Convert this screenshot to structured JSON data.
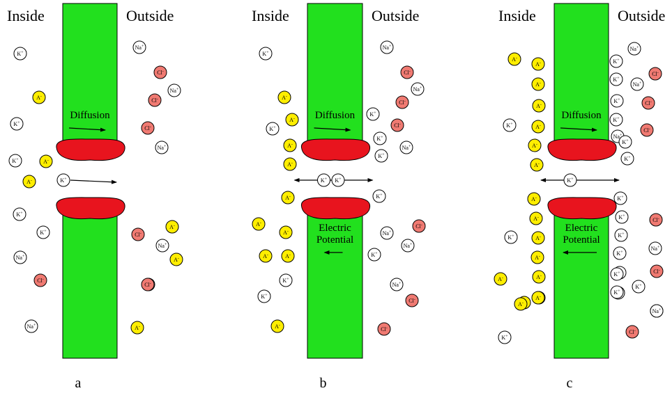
{
  "colors": {
    "membrane": "#22e01e",
    "channel": "#e8141e",
    "anion": "#ffee00",
    "chloride": "#f07a72",
    "cation": "#ffffff"
  },
  "panels": [
    {
      "id": "a",
      "label": "a",
      "inside": "Inside",
      "outside": "Outside",
      "diffusion": "Diffusion",
      "electric": "",
      "ions": [
        {
          "t": "K",
          "s": "+",
          "type": "cation"
        },
        {
          "t": "Na",
          "s": "+",
          "type": "cation"
        },
        {
          "t": "Cl",
          "s": "-",
          "type": "chloride"
        },
        {
          "t": "Na",
          "s": "+",
          "type": "cation"
        },
        {
          "t": "A",
          "s": "-",
          "type": "anion"
        },
        {
          "t": "Cl",
          "s": "-",
          "type": "chloride"
        },
        {
          "t": "K",
          "s": "+",
          "type": "cation"
        },
        {
          "t": "Cl",
          "s": "-",
          "type": "chloride"
        },
        {
          "t": "Na",
          "s": "+",
          "type": "cation"
        },
        {
          "t": "K",
          "s": "+",
          "type": "cation"
        },
        {
          "t": "A",
          "s": "-",
          "type": "anion"
        },
        {
          "t": "A",
          "s": "-",
          "type": "anion"
        },
        {
          "t": "K",
          "s": "+",
          "type": "cation"
        },
        {
          "t": "K",
          "s": "+",
          "type": "cation"
        },
        {
          "t": "A",
          "s": "-",
          "type": "anion"
        },
        {
          "t": "Cl",
          "s": "-",
          "type": "chloride"
        },
        {
          "t": "Na",
          "s": "+",
          "type": "cation"
        },
        {
          "t": "Na",
          "s": "+",
          "type": "cation"
        },
        {
          "t": "A",
          "s": "-",
          "type": "anion"
        },
        {
          "t": "Cl",
          "s": "-",
          "type": "chloride"
        },
        {
          "t": "K",
          "s": "+",
          "type": "cation"
        },
        {
          "t": "Na",
          "s": "+",
          "type": "cation"
        },
        {
          "t": "A",
          "s": "-",
          "type": "anion"
        },
        {
          "t": "Cl",
          "s": "-",
          "type": "chloride"
        }
      ]
    },
    {
      "id": "b",
      "label": "b",
      "inside": "Inside",
      "outside": "Outside",
      "diffusion": "Diffusion",
      "electric": "Electric Potential",
      "ions": [
        {
          "t": "K",
          "s": "+",
          "type": "cation"
        },
        {
          "t": "Na",
          "s": "+",
          "type": "cation"
        },
        {
          "t": "Cl",
          "s": "-",
          "type": "chloride"
        },
        {
          "t": "Na",
          "s": "+",
          "type": "cation"
        },
        {
          "t": "A",
          "s": "-",
          "type": "anion"
        },
        {
          "t": "Cl",
          "s": "-",
          "type": "chloride"
        },
        {
          "t": "A",
          "s": "-",
          "type": "anion"
        },
        {
          "t": "K",
          "s": "+",
          "type": "cation"
        },
        {
          "t": "K",
          "s": "+",
          "type": "cation"
        },
        {
          "t": "Cl",
          "s": "-",
          "type": "chloride"
        },
        {
          "t": "A",
          "s": "-",
          "type": "anion"
        },
        {
          "t": "K",
          "s": "+",
          "type": "cation"
        },
        {
          "t": "Na",
          "s": "+",
          "type": "cation"
        },
        {
          "t": "A",
          "s": "-",
          "type": "anion"
        },
        {
          "t": "K",
          "s": "+",
          "type": "cation"
        },
        {
          "t": "K",
          "s": "+",
          "type": "cation"
        },
        {
          "t": "A",
          "s": "-",
          "type": "anion"
        },
        {
          "t": "K",
          "s": "+",
          "type": "cation"
        },
        {
          "t": "A",
          "s": "-",
          "type": "anion"
        },
        {
          "t": "A",
          "s": "-",
          "type": "anion"
        },
        {
          "t": "Na",
          "s": "+",
          "type": "cation"
        },
        {
          "t": "Cl",
          "s": "-",
          "type": "chloride"
        },
        {
          "t": "Na",
          "s": "+",
          "type": "cation"
        },
        {
          "t": "A",
          "s": "-",
          "type": "anion"
        },
        {
          "t": "A",
          "s": "-",
          "type": "anion"
        },
        {
          "t": "K",
          "s": "+",
          "type": "cation"
        },
        {
          "t": "K",
          "s": "+",
          "type": "cation"
        },
        {
          "t": "Na",
          "s": "+",
          "type": "cation"
        },
        {
          "t": "K",
          "s": "+",
          "type": "cation"
        },
        {
          "t": "Cl",
          "s": "-",
          "type": "chloride"
        },
        {
          "t": "A",
          "s": "-",
          "type": "anion"
        },
        {
          "t": "Cl",
          "s": "-",
          "type": "chloride"
        }
      ]
    },
    {
      "id": "c",
      "label": "c",
      "inside": "Inside",
      "outside": "Outside",
      "diffusion": "Diffusion",
      "electric": "Electric Potential",
      "ions": [
        {
          "t": "A",
          "s": "-",
          "type": "anion"
        },
        {
          "t": "A",
          "s": "-",
          "type": "anion"
        },
        {
          "t": "Na",
          "s": "+",
          "type": "cation"
        },
        {
          "t": "K",
          "s": "+",
          "type": "cation"
        },
        {
          "t": "Cl",
          "s": "-",
          "type": "chloride"
        },
        {
          "t": "K",
          "s": "+",
          "type": "cation"
        },
        {
          "t": "Na",
          "s": "+",
          "type": "cation"
        },
        {
          "t": "A",
          "s": "-",
          "type": "anion"
        },
        {
          "t": "K",
          "s": "+",
          "type": "cation"
        },
        {
          "t": "Cl",
          "s": "-",
          "type": "chloride"
        },
        {
          "t": "A",
          "s": "-",
          "type": "anion"
        },
        {
          "t": "K",
          "s": "+",
          "type": "cation"
        },
        {
          "t": "A",
          "s": "-",
          "type": "anion"
        },
        {
          "t": "Na",
          "s": "+",
          "type": "cation"
        },
        {
          "t": "K",
          "s": "+",
          "type": "cation"
        },
        {
          "t": "A",
          "s": "-",
          "type": "anion"
        },
        {
          "t": "K",
          "s": "+",
          "type": "cation"
        },
        {
          "t": "Cl",
          "s": "-",
          "type": "chloride"
        },
        {
          "t": "A",
          "s": "-",
          "type": "anion"
        },
        {
          "t": "K",
          "s": "+",
          "type": "cation"
        },
        {
          "t": "A",
          "s": "-",
          "type": "anion"
        },
        {
          "t": "K",
          "s": "+",
          "type": "cation"
        },
        {
          "t": "A",
          "s": "-",
          "type": "anion"
        },
        {
          "t": "K",
          "s": "+",
          "type": "cation"
        },
        {
          "t": "A",
          "s": "-",
          "type": "anion"
        },
        {
          "t": "K",
          "s": "+",
          "type": "cation"
        },
        {
          "t": "A",
          "s": "-",
          "type": "anion"
        },
        {
          "t": "K",
          "s": "+",
          "type": "cation"
        },
        {
          "t": "Cl",
          "s": "-",
          "type": "chloride"
        },
        {
          "t": "K",
          "s": "+",
          "type": "cation"
        },
        {
          "t": "A",
          "s": "-",
          "type": "anion"
        },
        {
          "t": "K",
          "s": "+",
          "type": "cation"
        },
        {
          "t": "Na",
          "s": "+",
          "type": "cation"
        },
        {
          "t": "A",
          "s": "-",
          "type": "anion"
        },
        {
          "t": "K",
          "s": "+",
          "type": "cation"
        },
        {
          "t": "A",
          "s": "-",
          "type": "anion"
        },
        {
          "t": "K",
          "s": "+",
          "type": "cation"
        },
        {
          "t": "Cl",
          "s": "-",
          "type": "chloride"
        },
        {
          "t": "A",
          "s": "-",
          "type": "anion"
        },
        {
          "t": "K",
          "s": "+",
          "type": "cation"
        },
        {
          "t": "Na",
          "s": "+",
          "type": "cation"
        },
        {
          "t": "A",
          "s": "-",
          "type": "anion"
        },
        {
          "t": "A",
          "s": "-",
          "type": "anion"
        },
        {
          "t": "K",
          "s": "+",
          "type": "cation"
        },
        {
          "t": "Na",
          "s": "+",
          "type": "cation"
        },
        {
          "t": "K",
          "s": "+",
          "type": "cation"
        },
        {
          "t": "Cl",
          "s": "-",
          "type": "chloride"
        }
      ]
    }
  ]
}
